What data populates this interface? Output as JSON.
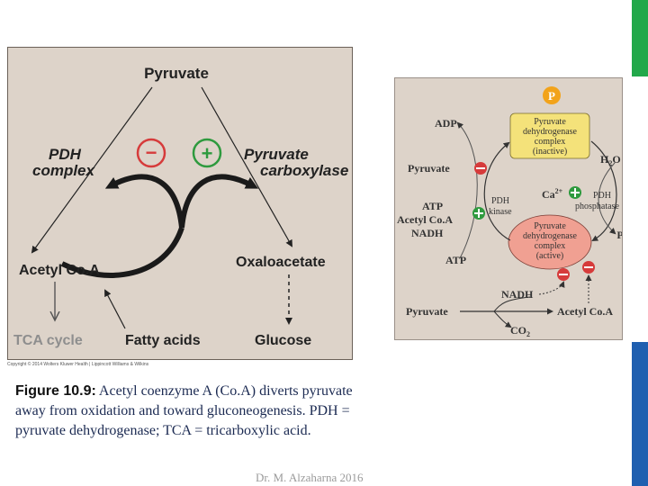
{
  "left_diagram": {
    "pyruvate": "Pyruvate",
    "pdh_line1": "PDH",
    "pdh_line2": "complex",
    "pc_line1": "Pyruvate",
    "pc_line2": "carboxylase",
    "minus": "−",
    "plus": "+",
    "acetyl_coa": "Acetyl Co.A",
    "oxaloacetate": "Oxaloacetate",
    "tca_cycle": "TCA cycle",
    "fatty_acids": "Fatty acids",
    "glucose": "Glucose"
  },
  "right_diagram": {
    "phosphate": "P",
    "adp": "ADP",
    "inactive_l1": "Pyruvate",
    "inactive_l2": "dehydrogenase",
    "inactive_l3": "complex",
    "inactive_l4": "(inactive)",
    "pyruvate_inhib": "Pyruvate",
    "h2o": "H",
    "h2o_sub": "2",
    "h2o_end": "O",
    "ca": "Ca",
    "ca_sup": "2+",
    "pdh_kinase_l1": "PDH",
    "pdh_kinase_l2": "kinase",
    "pdh_phosphatase_l1": "PDH",
    "pdh_phosphatase_l2": "phosphatase",
    "atp1": "ATP",
    "acetyl_coa": "Acetyl Co.A",
    "nadh": "NADH",
    "active_l1": "Pyruvate",
    "active_l2": "dehydrogenase",
    "active_l3": "complex",
    "active_l4": "(active)",
    "pi": "P",
    "pi_sub": "i",
    "atp2": "ATP",
    "nadh2": "NADH",
    "pyruvate_bottom": "Pyruvate",
    "acetyl_coa_bottom": "Acetyl Co.A",
    "co2": "CO",
    "co2_sub": "2"
  },
  "copyright": "Copyright © 2014 Wolters Kluwer Health | Lippincott Williams & Wilkins",
  "caption": {
    "label": "Figure 10.9:",
    "text": " Acetyl coenzyme A (Co.A) diverts pyruvate away from oxidation and toward gluconeogenesis. PDH = pyruvate dehydrogenase; TCA = tricarboxylic acid."
  },
  "author": "Dr. M. Alzaharna 2016",
  "colors": {
    "panel_bg": "#ddd3c9",
    "inhibit_red": "#d63b3b",
    "activate_green": "#2e9a3e",
    "inactive_yellow": "#f4e27a",
    "active_salmon": "#f0a092",
    "phosphate_orange": "#f2a31a",
    "accent_green_bar": "#22a84a",
    "accent_blue_bar": "#1f5fb0"
  }
}
